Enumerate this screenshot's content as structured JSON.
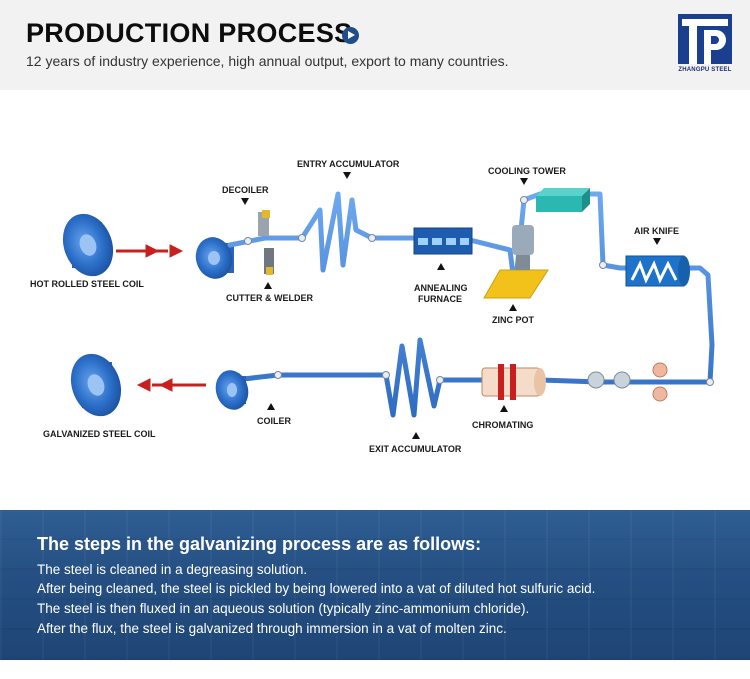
{
  "header": {
    "title": "PRODUCTION PROCESS",
    "subtitle": "12 years of industry experience, high annual output, export to many countries.",
    "logo_text": "ZHANGPU STEEL"
  },
  "diagram": {
    "labels": {
      "hot_coil": "HOT ROLLED STEEL COIL",
      "decoiler": "DECOILER",
      "cutter": "CUTTER & WELDER",
      "entry_acc": "ENTRY ACCUMULATOR",
      "annealing1": "ANNEALING",
      "annealing2": "FURNACE",
      "cooling": "COOLING TOWER",
      "zinc": "ZINC POT",
      "airknife": "AIR KNIFE",
      "galv_coil": "GALVANIZED STEEL COIL",
      "coiler": "COILER",
      "exit_acc": "EXIT ACCUMULATOR",
      "chromating": "CHROMATING"
    },
    "colors": {
      "strip": "#3d7fd6",
      "arrow": "#c8201f",
      "zinc": "#f2c21b",
      "cooling": "#2bb8b0",
      "coil": "#2c6fc9"
    }
  },
  "steps": {
    "heading": "The steps in the galvanizing process are as follows:",
    "items": [
      "The steel is cleaned in a degreasing solution.",
      "After being cleaned, the steel is pickled by being lowered into a vat of diluted hot sulfuric acid.",
      "The steel is then fluxed in an aqueous solution (typically zinc-ammonium chloride).",
      "After the flux, the steel is galvanized through immersion in a vat of molten zinc."
    ]
  }
}
